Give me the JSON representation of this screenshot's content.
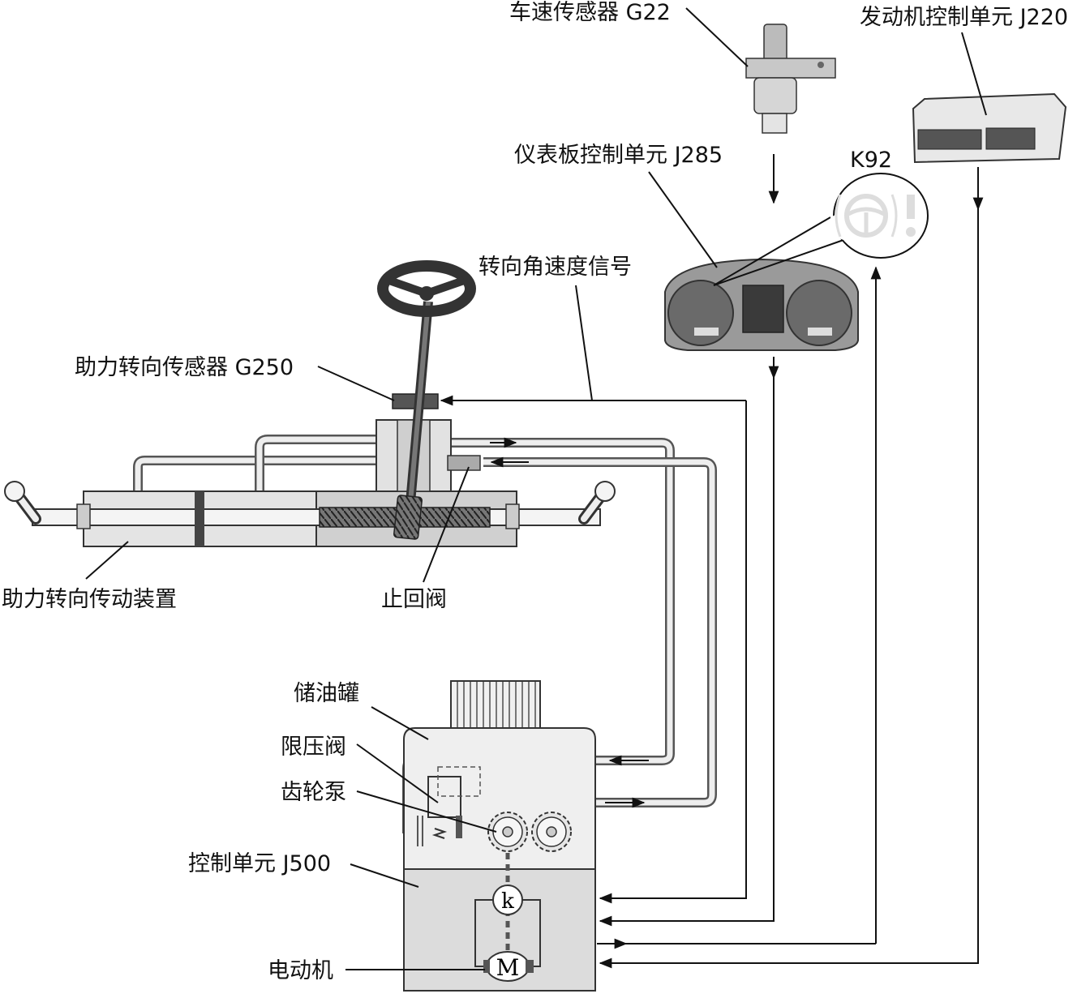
{
  "labels": {
    "vehicle_speed_sensor": "车速传感器 G22",
    "engine_control_unit": "发动机控制单元 J220",
    "instrument_control_unit": "仪表板控制单元 J285",
    "warning_lamp": "K92",
    "steering_rate_signal": "转向角速度信号",
    "power_steering_sensor": "助力转向传感器 G250",
    "power_steering_gear": "助力转向传动装置",
    "check_valve": "止回阀",
    "reservoir": "储油罐",
    "pressure_limit_valve": "限压阀",
    "gear_pump": "齿轮泵",
    "control_unit": "控制单元 J500",
    "electric_motor": "电动机"
  },
  "symbols": {
    "k_symbol": "k",
    "m_symbol": "M"
  },
  "icons": {
    "warning": "steering-wheel-warning-icon"
  },
  "colors": {
    "line": "#111111",
    "pipe_fill": "#eeeeee",
    "housing": "#dcdcdc",
    "unit_light": "#f2f2f2"
  }
}
